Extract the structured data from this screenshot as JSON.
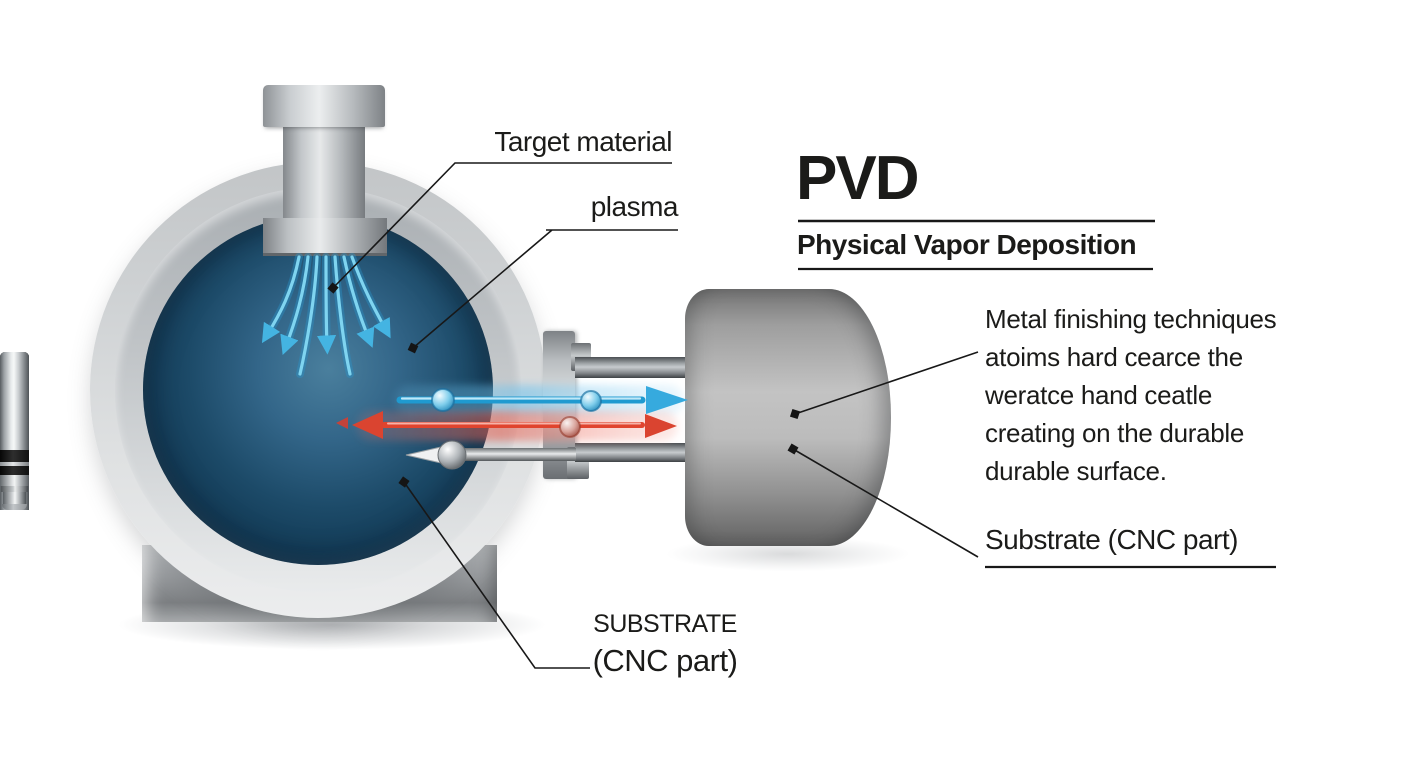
{
  "title": {
    "acronym": "PVD",
    "subtitle": "Physical Vapor Deposition"
  },
  "description": {
    "lines": [
      "Metal finishing techniques",
      "atoims hard cearce the",
      "weratce hand ceatle",
      "creating on the durable",
      "durable surface."
    ]
  },
  "labels": {
    "target_material": "Target material",
    "plasma": "plasma",
    "substrate_caps_line1": "SUBSTRATE",
    "substrate_caps_line2": "(CNC part)",
    "substrate_part": "Substrate (CNC part)"
  },
  "colors": {
    "plasma_stream": "#7fd4f0",
    "beam_blue": "#36aade",
    "beam_red": "#da4430",
    "gold_band": "#e7c26a",
    "chamber_interior": "#1c4a68",
    "text": "#1b1b19"
  }
}
